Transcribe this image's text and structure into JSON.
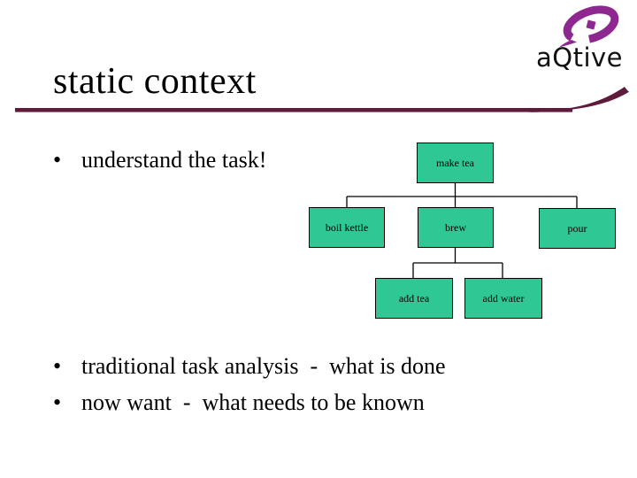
{
  "title": "static context",
  "logo": {
    "text": "aQtive"
  },
  "bullet_char": "•",
  "bullets_top": [
    "understand the task!"
  ],
  "bullets_bottom": [
    "traditional task analysis  -  what is done",
    "now want  -  what needs to be known"
  ],
  "diagram": {
    "type": "task-hierarchy-tree",
    "root": "make tea",
    "nodes": [
      {
        "id": "make-tea",
        "label": "make tea",
        "parent": null
      },
      {
        "id": "boil-kettle",
        "label": "boil kettle",
        "parent": "make tea"
      },
      {
        "id": "brew",
        "label": "brew",
        "parent": "make tea"
      },
      {
        "id": "pour",
        "label": "pour",
        "parent": "make tea"
      },
      {
        "id": "add-tea",
        "label": "add tea",
        "parent": "brew"
      },
      {
        "id": "add-water",
        "label": "add water",
        "parent": "brew"
      }
    ]
  },
  "colors": {
    "node_fill": "#2fc894",
    "node_border": "#000000",
    "divider_maroon": "#5e1b3b",
    "logo_purple": "#8e278f",
    "text": "#000000",
    "background": "#ffffff"
  }
}
